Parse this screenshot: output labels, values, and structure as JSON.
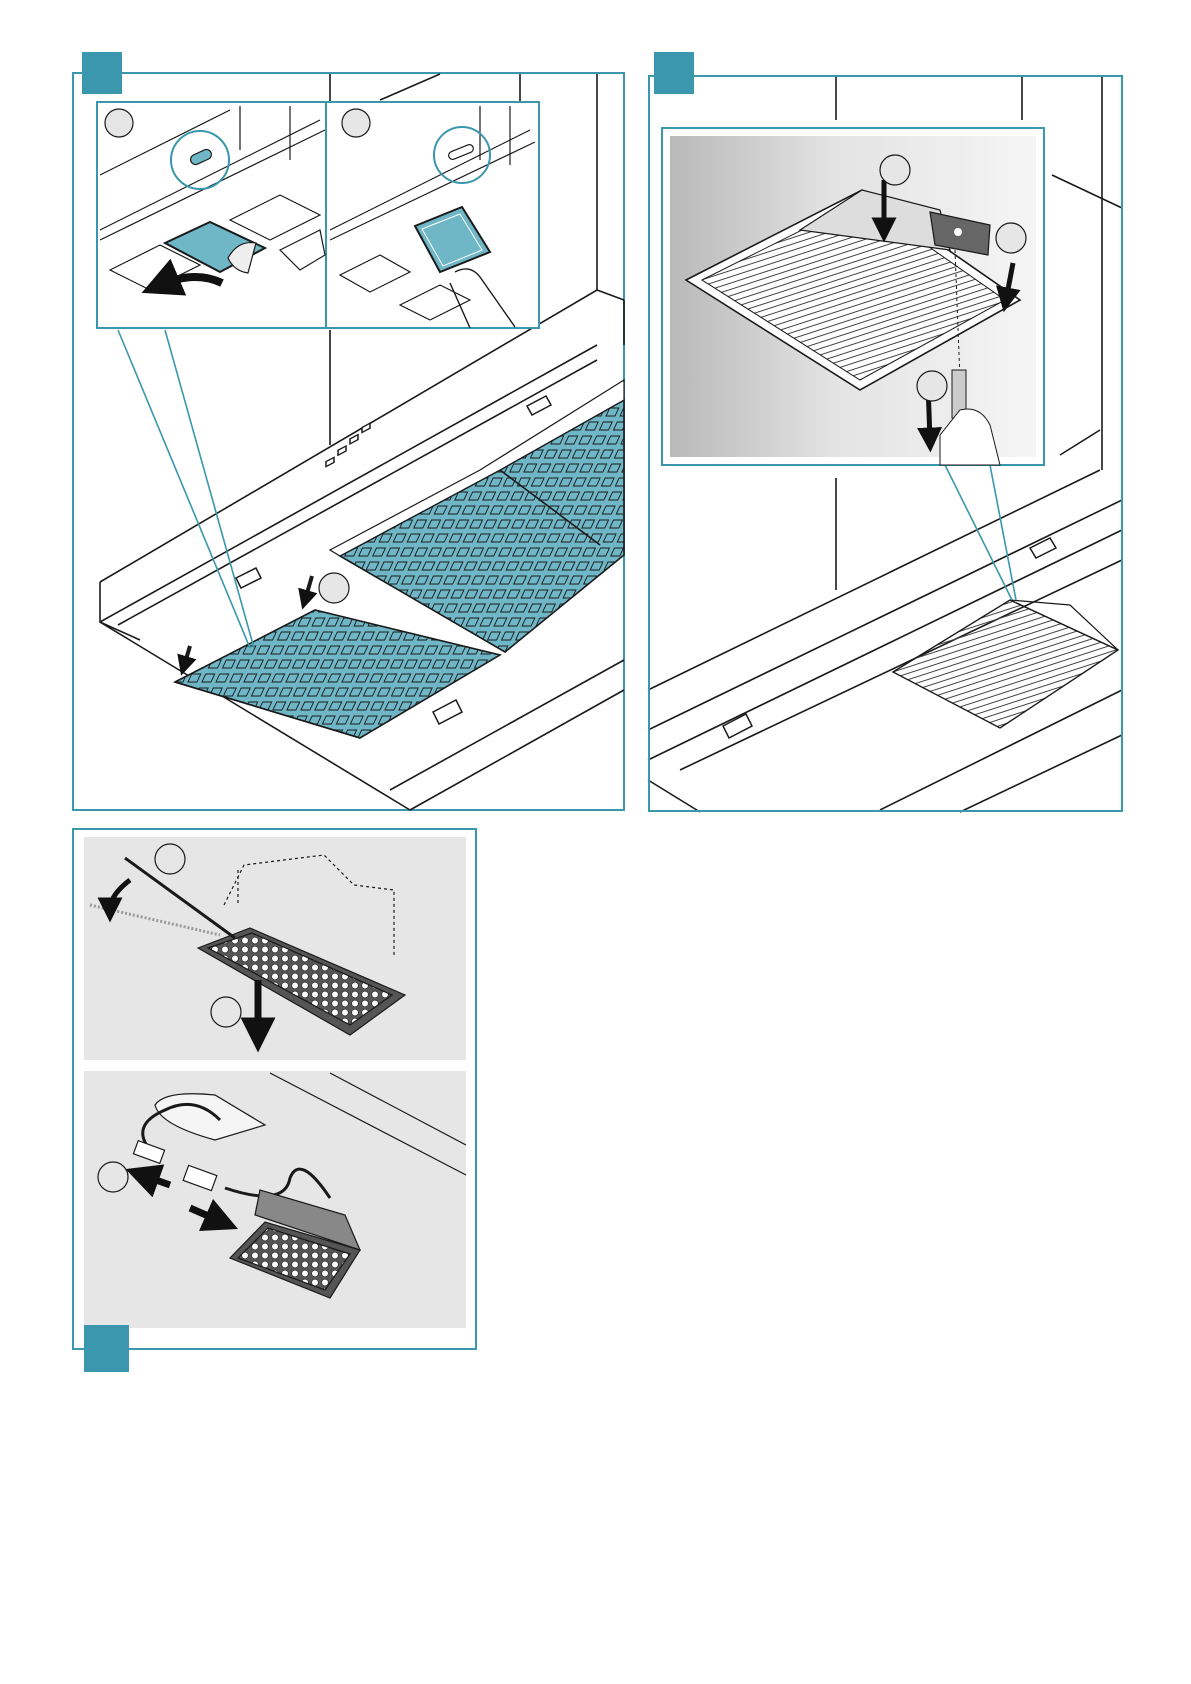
{
  "colors": {
    "accent": "#3a97ad",
    "filter_fill": "#6fb6c6",
    "line": "#1a1a1a",
    "inset_bg": "#e6e6e6",
    "gradient_dark": "#b9b9b9"
  },
  "figures": [
    {
      "step_tag": "",
      "insets": [
        "remove-protective-film",
        "press-filter-tab"
      ],
      "callouts": [
        "",
        "",
        ""
      ]
    },
    {
      "step_tag": "",
      "callouts": [
        "",
        "",
        ""
      ]
    },
    {
      "step_tag": "",
      "sub_panels": [
        "remove-light-cover",
        "disconnect-light-connector"
      ],
      "callouts": [
        "",
        "",
        ""
      ]
    }
  ]
}
